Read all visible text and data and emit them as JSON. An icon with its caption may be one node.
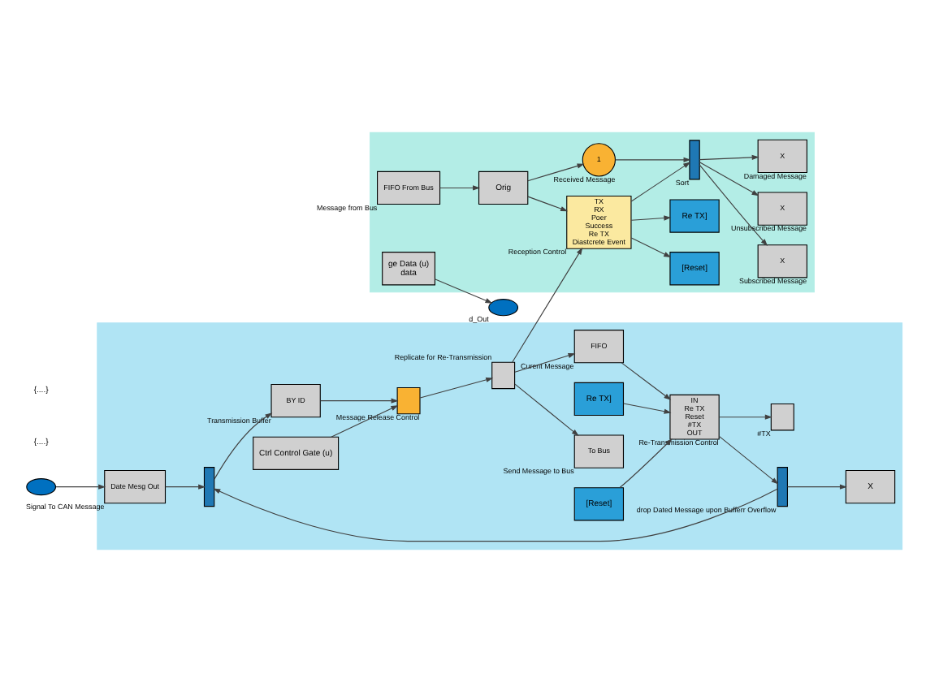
{
  "diagram": {
    "nodes": [
      {
        "text": [],
        "shape": "box"
      },
      {
        "text": [],
        "shape": "box"
      },
      {
        "text": [],
        "shape": "ellipse"
      },
      {
        "text": [
          "Date Mesg Out"
        ],
        "in": 0,
        "beside": [
          "Signal To CAN Message"
        ]
      },
      {
        "text": [],
        "shape": "bar",
        "in": 0,
        "beside": [
          "drop Dated Message upon Bufferr Overflow"
        ]
      },
      {
        "text": [
          "X"
        ],
        "in": 0
      },
      {
        "text": [],
        "shape": "bar",
        "in": 0
      },
      {
        "text": [
          "BY ID"
        ],
        "in": 0,
        "beside": [
          "Transmission Buffer"
        ]
      },
      {
        "text": [],
        "shape": "box",
        "in": 0,
        "beside": [
          "Message Release Control"
        ]
      },
      {
        "text": [],
        "shape": "box",
        "in": 0,
        "beside": [
          "Replicate for Re-Transmission"
        ]
      },
      {
        "text": [
          "Ctrl Control Gate (u)"
        ],
        "in": 0
      },
      {
        "text": [
          "FIFO"
        ],
        "in": 0,
        "beside": [
          "Curent Message"
        ]
      },
      {
        "text": [
          "IN",
          "Re TX",
          "Reset",
          "#TX",
          "OUT"
        ],
        "in": 0,
        "beside": [
          "Re-Transmission Control"
        ]
      },
      {
        "text": [
          "Re TX]"
        ],
        "in": 0
      },
      {
        "text": [
          "[Reset]"
        ],
        "in": 0
      },
      {
        "text": [],
        "shape": "box",
        "in": 0,
        "beside": [
          "#TX"
        ]
      },
      {
        "text": [
          "To Bus"
        ],
        "in": 0,
        "beside": [
          "Send Message to Bus"
        ]
      },
      {
        "text": [
          "FIFO From Bus"
        ],
        "in": 1,
        "beside": [
          "Message from Bus"
        ]
      },
      {
        "text": [
          "Orig"
        ],
        "in": 1
      },
      {
        "text": [
          "TX",
          "RX",
          "Poer",
          "Success",
          "Re TX",
          "Diastcrete Event"
        ],
        "in": 1,
        "beside": [
          "Reception Control"
        ]
      },
      {
        "text": [
          "[Reset]"
        ],
        "in": 1
      },
      {
        "text": [
          "Re TX]"
        ],
        "in": 1
      },
      {
        "text": [
          "1"
        ],
        "in": 1,
        "beside": [
          "Received Message"
        ]
      },
      {
        "text": [],
        "shape": "bar",
        "in": 1,
        "beside": [
          "Sort"
        ]
      },
      {
        "text": [
          "ge Data (u)",
          "data"
        ],
        "in": 1
      },
      {
        "text": [],
        "shape": "ellipse",
        "beside": [
          "d_Out"
        ]
      },
      {
        "text": [
          "X"
        ],
        "in": 1,
        "beside": [
          "Subscribed Message"
        ]
      },
      {
        "text": [
          "X"
        ],
        "in": 1,
        "beside": [
          "Unsubscribed Message"
        ]
      },
      {
        "text": [
          "X"
        ],
        "in": 1,
        "beside": [
          "Damaged Message"
        ]
      }
    ],
    "edges": [
      {
        "from": 2,
        "to": 3,
        "arrow": "to"
      },
      {
        "from": 3,
        "to": 6,
        "arrow": "to"
      },
      {
        "from": 4,
        "to": 6,
        "arrow": "to"
      },
      {
        "from": 4,
        "to": 5,
        "arrow": "to"
      },
      {
        "from": 6,
        "to": 7,
        "arrow": "to"
      },
      {
        "from": 7,
        "to": 8,
        "arrow": "to"
      },
      {
        "from": 10,
        "to": 8,
        "arrow": "to"
      },
      {
        "from": 8,
        "to": 9,
        "arrow": "to"
      },
      {
        "from": 9,
        "to": 11,
        "arrow": "to"
      },
      {
        "from": 9,
        "to": 16,
        "arrow": "to"
      },
      {
        "from": 11,
        "to": 12,
        "arrow": "to"
      },
      {
        "from": 13,
        "to": 12,
        "arrow": "to"
      },
      {
        "from": 14,
        "to": 12,
        "arrow": "to"
      },
      {
        "from": 12,
        "to": 15,
        "arrow": "to"
      },
      {
        "from": 12,
        "to": 4,
        "arrow": "to"
      },
      {
        "from": 9,
        "to": 19,
        "arrow": "to"
      },
      {
        "from": 17,
        "to": 18,
        "arrow": "to"
      },
      {
        "from": 18,
        "to": 19,
        "arrow": "to"
      },
      {
        "from": 18,
        "to": 22,
        "arrow": "to"
      },
      {
        "from": 19,
        "to": 20,
        "arrow": "to"
      },
      {
        "from": 19,
        "to": 21,
        "arrow": "to"
      },
      {
        "from": 22,
        "to": 23,
        "arrow": "to"
      },
      {
        "from": 19,
        "to": 23,
        "arrow": "to"
      },
      {
        "from": 23,
        "to": 26,
        "arrow": "to"
      },
      {
        "from": 23,
        "to": 27,
        "arrow": "to"
      },
      {
        "from": 23,
        "to": 28,
        "arrow": "to"
      },
      {
        "from": 24,
        "to": 25,
        "arrow": "to"
      }
    ],
    "labels": [
      "{....}",
      "{....}"
    ]
  }
}
